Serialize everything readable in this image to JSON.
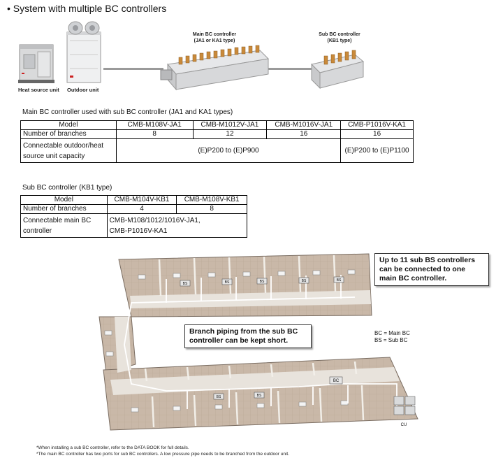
{
  "heading": "• System with multiple BC controllers",
  "equipment": {
    "heat_source_label": "Heat source unit",
    "outdoor_label": "Outdoor unit",
    "main_bc_label_1": "Main BC controller",
    "main_bc_label_2": "(JA1 or KA1 type)",
    "sub_bc_label_1": "Sub BC controller",
    "sub_bc_label_2": "(KB1 type)"
  },
  "main_table": {
    "caption": "Main BC controller used with sub BC controller (JA1 and KA1 types)",
    "model_header": "Model",
    "models": [
      "CMB-M108V-JA1",
      "CMB-M1012V-JA1",
      "CMB-M1016V-JA1",
      "CMB-P1016V-KA1"
    ],
    "branches_label": "Number of branches",
    "branches": [
      "8",
      "12",
      "16",
      "16"
    ],
    "capacity_label_1": "Connectable outdoor/heat",
    "capacity_label_2": "source unit capacity",
    "capacity_ja1": "(E)P200 to (E)P900",
    "capacity_ka1": "(E)P200 to (E)P1100"
  },
  "sub_table": {
    "caption": "Sub BC controller (KB1 type)",
    "model_header": "Model",
    "models": [
      "CMB-M104V-KB1",
      "CMB-M108V-KB1"
    ],
    "branches_label": "Number of branches",
    "branches": [
      "4",
      "8"
    ],
    "connectable_label_1": "Connectable main BC",
    "connectable_label_2": "controller",
    "connectable_value_1": "CMB-M108/1012/1016V-JA1,",
    "connectable_value_2": "CMB-P1016V-KA1"
  },
  "plan": {
    "callout_top_1": "Up to 11 sub BS controllers",
    "callout_top_2": "can be connected to one",
    "callout_top_3": "main BC controller.",
    "callout_mid_1": "Branch piping from the sub BC",
    "callout_mid_2": "controller can be kept short.",
    "legend_1": "BC = Main BC",
    "legend_2": "BS = Sub BC",
    "bc_tag": "BC",
    "bs_tag": "BS",
    "cu_tag": "CU"
  },
  "footnotes": [
    "*When installing a sub BC controller, refer to the DATA BOOK for full details.",
    "*The main BC controller has two ports for sub BC controllers. A low pressure pipe needs to be branched from the outdoor unit."
  ]
}
